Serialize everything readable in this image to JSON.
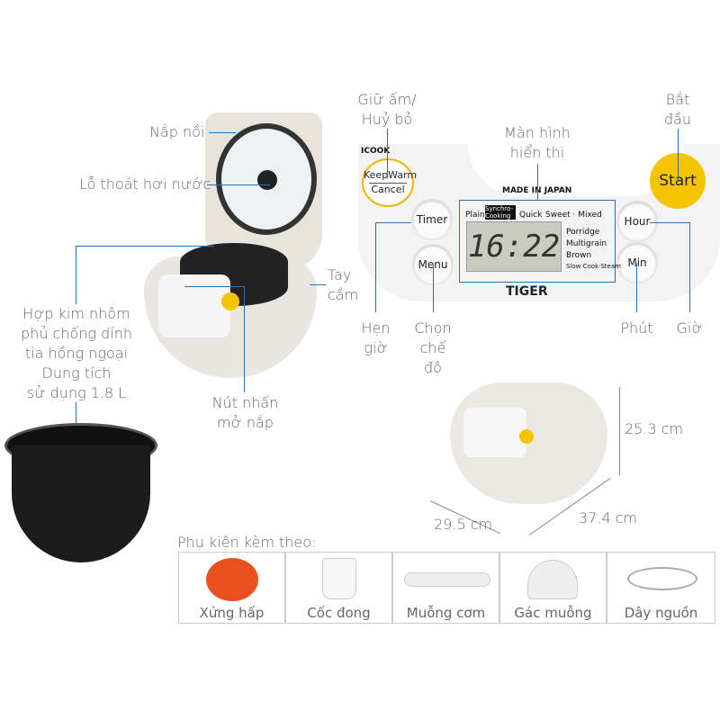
{
  "labels": {
    "lid": "Nắp nồi",
    "steam_vent": "Lỗ thoát hơi nước",
    "handle_1": "Tay",
    "handle_2": "cầm",
    "pot_1": "Hợp kim nhôm",
    "pot_2": "phủ chống dính",
    "pot_3": "tia hồng ngoại",
    "pot_4": "Dung tích",
    "pot_5": "sử dụng 1.8 L",
    "release_1": "Nút nhấn",
    "release_2": "mở nắp",
    "keepwarm_1": "Giữ ấm/",
    "keepwarm_2": "Huỷ bỏ",
    "start_1": "Bắt",
    "start_2": "đầu",
    "display_1": "Màn hình",
    "display_2": "hiển thị",
    "timer_1": "Hẹn",
    "timer_2": "giờ",
    "menu_1": "Chọn",
    "menu_2": "chế",
    "menu_3": "độ",
    "min": "Phút",
    "hour": "Giờ"
  },
  "panel": {
    "brand_partial": "ICOOK",
    "keep_warm": "KeepWarm",
    "cancel": "Cancel",
    "start": "Start",
    "made_in": "MADE IN JAPAN",
    "timer": "Timer",
    "menu": "Menu",
    "hour": "Hour",
    "min": "Min",
    "modes_top": [
      "Plain",
      "Synchro-Cooking",
      "Quick",
      "Sweet · Mixed"
    ],
    "modes_side": [
      "Porridge",
      "Multigrain",
      "Brown",
      "Slow Cook·Steam"
    ],
    "display_time": "16:22",
    "logo": "TIGER"
  },
  "dimensions": {
    "height": "25.3 cm",
    "width": "29.5 cm",
    "depth": "37.4 cm"
  },
  "accessories": {
    "title": "Phụ kiện kèm theo:",
    "items": [
      "Xửng hấp",
      "Cốc đong",
      "Muỗng cơm",
      "Gác muỗng",
      "Dây nguồn"
    ]
  },
  "colors": {
    "accent_line": "#2a6fb5",
    "start_button": "#f5c400",
    "steamer": "#e8501e"
  }
}
